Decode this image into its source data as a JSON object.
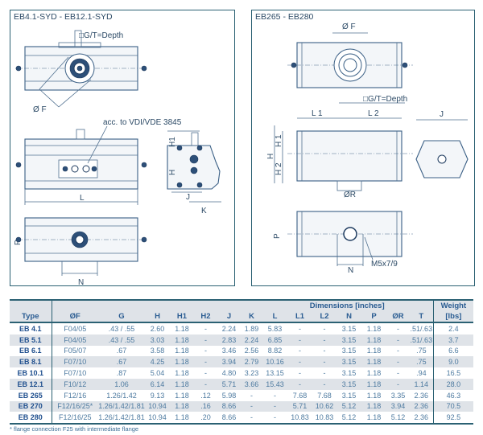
{
  "left_panel": {
    "title": "EB4.1-SYD - EB12.1-SYD",
    "labels": {
      "gt": "□G/T=Depth",
      "of": "Ø F",
      "vdi": "acc. to VDI/VDE 3845",
      "l": "L",
      "h1": "H1",
      "h": "H",
      "j": "J",
      "k": "K",
      "p": "P",
      "n": "N"
    }
  },
  "right_panel": {
    "title": "EB265 - EB280",
    "labels": {
      "of": "Ø F",
      "gt": "□G/T=Depth",
      "l1": "L 1",
      "l2": "L 2",
      "j": "J",
      "h": "H",
      "h1": "H 1",
      "h2": "H 2",
      "or": "ØR",
      "p": "P",
      "n": "N",
      "m5": "M5x7/9"
    }
  },
  "table": {
    "group_header": "Dimensions [inches]",
    "weight_header": "Weight",
    "weight_unit": "[lbs]",
    "columns": [
      "Type",
      "ØF",
      "G",
      "H",
      "H1",
      "H2",
      "J",
      "K",
      "L",
      "L1",
      "L2",
      "N",
      "P",
      "ØR",
      "T"
    ],
    "rows": [
      [
        "EB 4.1",
        "F04/05",
        ".43 / .55",
        "2.60",
        "1.18",
        "-",
        "2.24",
        "1.89",
        "5.83",
        "-",
        "-",
        "3.15",
        "1.18",
        "-",
        ".51/.63",
        "2.4"
      ],
      [
        "EB 5.1",
        "F04/05",
        ".43 / .55",
        "3.03",
        "1.18",
        "-",
        "2.83",
        "2.24",
        "6.85",
        "-",
        "-",
        "3.15",
        "1.18",
        "-",
        ".51/.63",
        "3.7"
      ],
      [
        "EB 6.1",
        "F05/07",
        ".67",
        "3.58",
        "1.18",
        "-",
        "3.46",
        "2.56",
        "8.82",
        "-",
        "-",
        "3.15",
        "1.18",
        "-",
        ".75",
        "6.6"
      ],
      [
        "EB 8.1",
        "F07/10",
        ".67",
        "4.25",
        "1.18",
        "-",
        "3.94",
        "2.79",
        "10.16",
        "-",
        "-",
        "3.15",
        "1.18",
        "-",
        ".75",
        "9.0"
      ],
      [
        "EB 10.1",
        "F07/10",
        ".87",
        "5.04",
        "1.18",
        "-",
        "4.80",
        "3.23",
        "13.15",
        "-",
        "-",
        "3.15",
        "1.18",
        "-",
        ".94",
        "16.5"
      ],
      [
        "EB 12.1",
        "F10/12",
        "1.06",
        "6.14",
        "1.18",
        "-",
        "5.71",
        "3.66",
        "15.43",
        "-",
        "-",
        "3.15",
        "1.18",
        "-",
        "1.14",
        "28.0"
      ],
      [
        "EB 265",
        "F12/16",
        "1.26/1.42",
        "9.13",
        "1.18",
        ".12",
        "5.98",
        "-",
        "-",
        "7.68",
        "7.68",
        "3.15",
        "1.18",
        "3.35",
        "2.36",
        "46.3"
      ],
      [
        "EB 270",
        "F12/16/25*",
        "1.26/1.42/1.81",
        "10.94",
        "1.18",
        ".16",
        "8.66",
        "-",
        "-",
        "5.71",
        "10.62",
        "5.12",
        "1.18",
        "3.94",
        "2.36",
        "70.5"
      ],
      [
        "EB 280",
        "F12/16/25",
        "1.26/1.42/1.81",
        "10.94",
        "1.18",
        ".20",
        "8.66",
        "-",
        "-",
        "10.83",
        "10.83",
        "5.12",
        "1.18",
        "5.12",
        "2.36",
        "92.5"
      ]
    ],
    "footnote": "* flange connection F25 with intermediate flange"
  }
}
